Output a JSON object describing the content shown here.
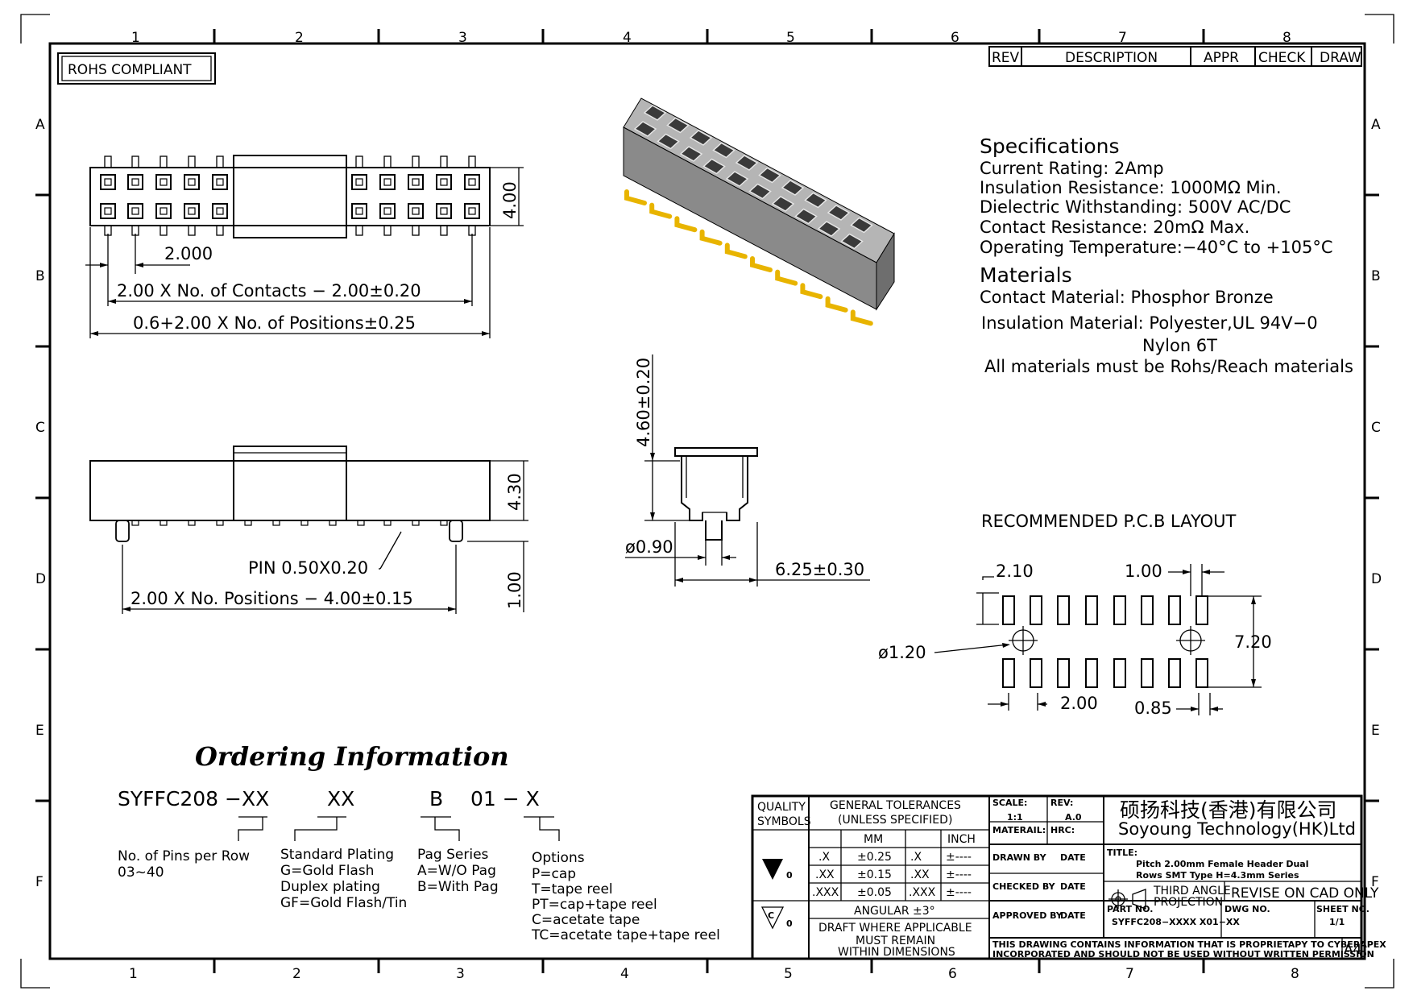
{
  "frame": {
    "zones_top": [
      "1",
      "2",
      "3",
      "4",
      "5",
      "6",
      "7",
      "8"
    ],
    "zones_side": [
      "A",
      "B",
      "C",
      "D",
      "E",
      "F"
    ],
    "rohs_label": "ROHS COMPLIANT"
  },
  "revision_block": {
    "headers": [
      "REV",
      "DESCRIPTION",
      "APPR",
      "CHECK",
      "DRAW"
    ]
  },
  "specifications": {
    "title": "Specifications",
    "lines": [
      "Current Rating:  2Amp",
      "Insulation Resistance:  1000MΩ Min.",
      "Dielectric Withstanding:  500V AC/DC",
      "Contact Resistance:  20mΩ Max.",
      "Operating Temperature:−40°C to +105°C"
    ]
  },
  "materials": {
    "title": "Materials",
    "contact": "Contact Material: Phosphor Bronze",
    "insulation": "Insulation Material: Polyester,UL 94V−0",
    "insulation_alt": "Nylon 6T",
    "note": "All materials must be Rohs/Reach materials"
  },
  "top_view": {
    "height_dim": "4.00",
    "pitch_dim": "2.000",
    "contacts_dim": "2.00 X No. of Contacts − 2.00±0.20",
    "positions_dim": "0.6+2.00 X No. of Positions±0.25"
  },
  "side_view": {
    "height_dim": "4.30",
    "pin_note": "PIN 0.50X0.20",
    "pin_dim": "1.00",
    "positions_dim": "2.00 X No. Positions − 4.00±0.15"
  },
  "end_view": {
    "height_dim": "4.60±0.20",
    "pin_dia_dim": "ø0.90",
    "width_dim": "6.25±0.30"
  },
  "pcb_layout": {
    "title": "RECOMMENDED P.C.B  LAYOUT",
    "dim_210": "2.10",
    "dim_100": "1.00",
    "dim_720": "7.20",
    "dim_hole": "ø1.20",
    "dim_200": "2.00",
    "dim_085": "0.85"
  },
  "ordering": {
    "title": "Ordering Information",
    "codes": [
      "SYFFC208 −XX",
      "XX",
      "B",
      "01 − X"
    ],
    "pins": {
      "label": "No. of Pins per Row",
      "range": "03~40"
    },
    "plating": {
      "label": "Standard Plating",
      "options": [
        "G=Gold Flash",
        "Duplex plating",
        "GF=Gold Flash/Tin"
      ]
    },
    "pag": {
      "label": "Pag Series",
      "options": [
        "A=W/O Pag",
        "B=With Pag"
      ]
    },
    "options": {
      "label": "Options",
      "options": [
        "P=cap",
        "T=tape reel",
        "PT=cap+tape reel",
        "C=acetate tape",
        "TC=acetate tape+tape reel"
      ]
    }
  },
  "title_block": {
    "quality": "QUALITY",
    "symbols": "SYMBOLS",
    "sym_0a": "0",
    "sym_0b": "0",
    "gen_tol": "GENERAL TOLERANCES",
    "unless": "(UNLESS SPECIFIED)",
    "mm": "MM",
    "inch": "INCH",
    "tol_rows": [
      {
        "mm_key": ".X",
        "mm_val": "±0.25",
        "in_key": ".X",
        "in_val": "±----"
      },
      {
        "mm_key": ".XX",
        "mm_val": "±0.15",
        "in_key": ".XX",
        "in_val": "±----"
      },
      {
        "mm_key": ".XXX",
        "mm_val": "±0.05",
        "in_key": ".XXX",
        "in_val": "±----"
      }
    ],
    "angular": "ANGULAR ±3°",
    "draft_1": "DRAFT WHERE APPLICABLE",
    "draft_2": "MUST REMAIN",
    "draft_3": "WITHIN DIMENSIONS",
    "scale_label": "SCALE:",
    "scale": "1:1",
    "rev_label": "REV:",
    "rev": "A.0",
    "material_label": "MATERAIL:",
    "hrc_label": "HRC:",
    "drawn_by": "DRAWN BY",
    "checked_by": "CHECKED BY",
    "approved_by": "APPROVED BY",
    "date": "DATE",
    "company_cn": "硕扬科技(香港)有限公司",
    "company_en": "Soyoung Technology(HK)Ltd",
    "title_label": "TITLE:",
    "title_1": "Pitch 2.00mm Female Header Dual",
    "title_2": "Rows SMT Type H=4.3mm Series",
    "projection_1": "THIRD ANGLE",
    "projection_2": "PROJECTION",
    "revise": "REVISE ON CAD ONLY",
    "part_label": "PART NO.",
    "part_no": "SYFFC208−XXXX X01−XX",
    "dwg_label": "DWG NO.",
    "sheet_label": "SHEET NO.",
    "sheet": "1/1",
    "notice_1": "THIS DRAWING CONTAINS INFORMATION THAT IS PROPRIETAPY TO CYBERAPEX",
    "notice_2": "INCORPORATED AND SHOULD NOT BE USED WITHOUT WRITTEN PERMISSION",
    "size": "A4"
  },
  "colors": {
    "line": "#000000",
    "gold": "#e8b400",
    "body": "#8a8a8a",
    "paper": "#ffffff"
  }
}
